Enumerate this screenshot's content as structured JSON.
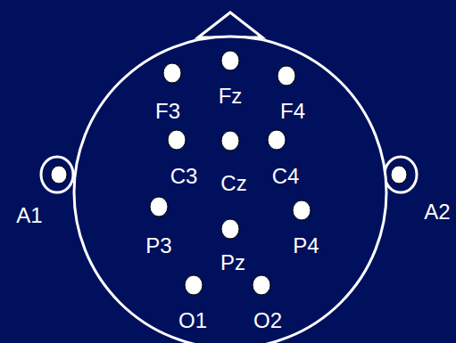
{
  "diagram": {
    "labels": [
      "F3",
      "Fz",
      "F4",
      "C3",
      "Cz",
      "C4",
      "A1",
      "A2",
      "P3",
      "Pz",
      "P4",
      "O1",
      "O2"
    ]
  }
}
